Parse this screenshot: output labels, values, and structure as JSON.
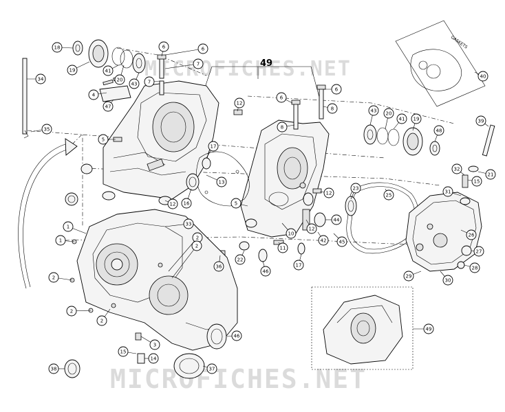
{
  "watermark": {
    "top": "MICROFICHES.NET",
    "bottom": "MICROFICHES.NET"
  },
  "assembly_label": "49",
  "gasket_set_label": "GASKETS",
  "callouts": [
    {
      "id": "c1a",
      "label": "1"
    },
    {
      "id": "c1b",
      "label": "1"
    },
    {
      "id": "c2a",
      "label": "2"
    },
    {
      "id": "c2b",
      "label": "2"
    },
    {
      "id": "c2c",
      "label": "2"
    },
    {
      "id": "c2d",
      "label": "2"
    },
    {
      "id": "c2e",
      "label": "2"
    },
    {
      "id": "c3",
      "label": "3"
    },
    {
      "id": "c4",
      "label": "4"
    },
    {
      "id": "c5a",
      "label": "5"
    },
    {
      "id": "c5b",
      "label": "5"
    },
    {
      "id": "c6a",
      "label": "6"
    },
    {
      "id": "c6b",
      "label": "6"
    },
    {
      "id": "c6c",
      "label": "6"
    },
    {
      "id": "c6d",
      "label": "6"
    },
    {
      "id": "c7a",
      "label": "7"
    },
    {
      "id": "c7b",
      "label": "7"
    },
    {
      "id": "c8a",
      "label": "8"
    },
    {
      "id": "c8b",
      "label": "8"
    },
    {
      "id": "c10",
      "label": "10"
    },
    {
      "id": "c11",
      "label": "11"
    },
    {
      "id": "c12a",
      "label": "12"
    },
    {
      "id": "c12b",
      "label": "12"
    },
    {
      "id": "c12c",
      "label": "12"
    },
    {
      "id": "c12d",
      "label": "12"
    },
    {
      "id": "c13",
      "label": "13"
    },
    {
      "id": "c14",
      "label": "14"
    },
    {
      "id": "c15a",
      "label": "15"
    },
    {
      "id": "c15b",
      "label": "15"
    },
    {
      "id": "c16",
      "label": "16"
    },
    {
      "id": "c17a",
      "label": "17"
    },
    {
      "id": "c17b",
      "label": "17"
    },
    {
      "id": "c18",
      "label": "18"
    },
    {
      "id": "c19a",
      "label": "19"
    },
    {
      "id": "c19b",
      "label": "19"
    },
    {
      "id": "c20a",
      "label": "20"
    },
    {
      "id": "c20b",
      "label": "20"
    },
    {
      "id": "c21",
      "label": "21"
    },
    {
      "id": "c22",
      "label": "22"
    },
    {
      "id": "c23",
      "label": "23"
    },
    {
      "id": "c25",
      "label": "25"
    },
    {
      "id": "c26",
      "label": "26"
    },
    {
      "id": "c27",
      "label": "27"
    },
    {
      "id": "c28",
      "label": "28"
    },
    {
      "id": "c29",
      "label": "29"
    },
    {
      "id": "c30",
      "label": "30"
    },
    {
      "id": "c31",
      "label": "31"
    },
    {
      "id": "c32",
      "label": "32"
    },
    {
      "id": "c33",
      "label": "33"
    },
    {
      "id": "c34",
      "label": "34"
    },
    {
      "id": "c35",
      "label": "35"
    },
    {
      "id": "c36",
      "label": "36"
    },
    {
      "id": "c37",
      "label": "37"
    },
    {
      "id": "c38",
      "label": "38"
    },
    {
      "id": "c39",
      "label": "39"
    },
    {
      "id": "c40",
      "label": "40"
    },
    {
      "id": "c41a",
      "label": "41"
    },
    {
      "id": "c41b",
      "label": "41"
    },
    {
      "id": "c42",
      "label": "42"
    },
    {
      "id": "c43a",
      "label": "43"
    },
    {
      "id": "c43b",
      "label": "43"
    },
    {
      "id": "c44",
      "label": "44"
    },
    {
      "id": "c45",
      "label": "45"
    },
    {
      "id": "c46a",
      "label": "46"
    },
    {
      "id": "c46b",
      "label": "46"
    },
    {
      "id": "c47",
      "label": "47"
    },
    {
      "id": "c48",
      "label": "48"
    },
    {
      "id": "c49",
      "label": "49"
    }
  ]
}
